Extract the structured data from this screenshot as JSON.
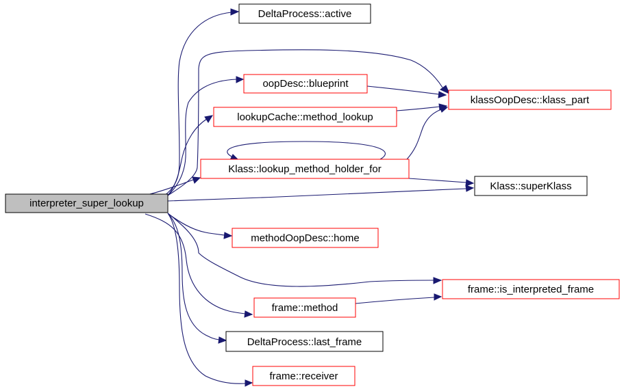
{
  "colors": {
    "edge": "#191970",
    "root_fill": "#bfbfbf",
    "border_documented": "#000000",
    "border_truncated": "#ff0000"
  },
  "nodes": {
    "interpreter_super_lookup": "interpreter_super_lookup",
    "delta_process_active": "DeltaProcess::active",
    "oop_desc_blueprint": "oopDesc::blueprint",
    "klass_oop_desc_klass_part": "klassOopDesc::klass_part",
    "lookup_cache_method_lookup": "lookupCache::method_lookup",
    "klass_lookup_method_holder_for": "Klass::lookup_method_holder_for",
    "klass_super_klass": "Klass::superKlass",
    "method_oop_desc_home": "methodOopDesc::home",
    "frame_is_interpreted_frame": "frame::is_interpreted_frame",
    "frame_method": "frame::method",
    "delta_process_last_frame": "DeltaProcess::last_frame",
    "frame_receiver": "frame::receiver"
  }
}
